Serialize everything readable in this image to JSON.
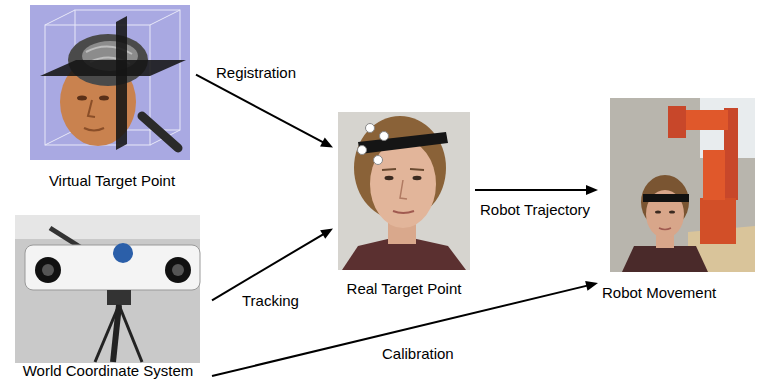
{
  "diagram": {
    "nodes": [
      {
        "text": [
          "Virtual Target Point"
        ]
      },
      {
        "text": [
          "World Coordinate System"
        ]
      },
      {
        "text": [
          "Real Target Point"
        ]
      },
      {
        "text": [
          "Robot Movement"
        ]
      }
    ],
    "edges": [
      {
        "from": 0,
        "to": 2,
        "arrow": "to",
        "label": "Registration"
      },
      {
        "from": 1,
        "to": 2,
        "arrow": "to",
        "label": "Tracking"
      },
      {
        "from": 2,
        "to": 3,
        "arrow": "to",
        "label": "Robot Trajectory"
      },
      {
        "from": 1,
        "to": 3,
        "arrow": "to",
        "label": "Calibration"
      }
    ]
  }
}
